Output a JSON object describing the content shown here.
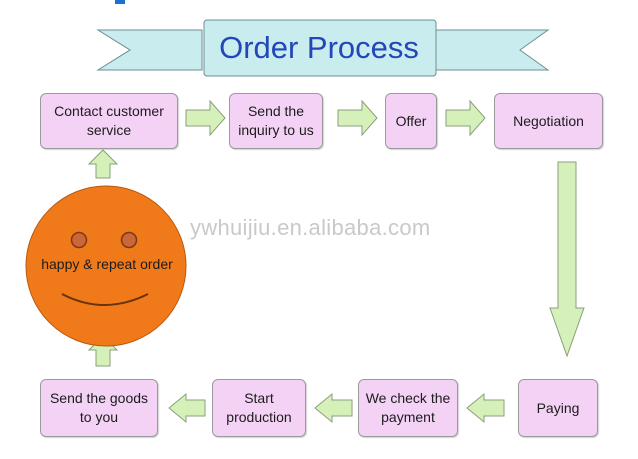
{
  "title": "Order Process",
  "watermark": "ywhuijiu.en.alibaba.com",
  "center_label": "happy & repeat order",
  "steps": {
    "contact": "Contact customer\nservice",
    "inquiry": "Send the\ninquiry to us",
    "offer": "Offer",
    "negotiation": "Negotiation",
    "paying": "Paying",
    "check_payment": "We check the\npayment",
    "start_production": "Start\nproduction",
    "send_goods": "Send the goods\nto you"
  },
  "colors": {
    "box_fill": "#f4d2f5",
    "arrow_fill": "#d5f0b8",
    "ribbon_fill": "#c9ecef",
    "face_fill": "#f07a1a",
    "title_text": "#2147b8"
  }
}
